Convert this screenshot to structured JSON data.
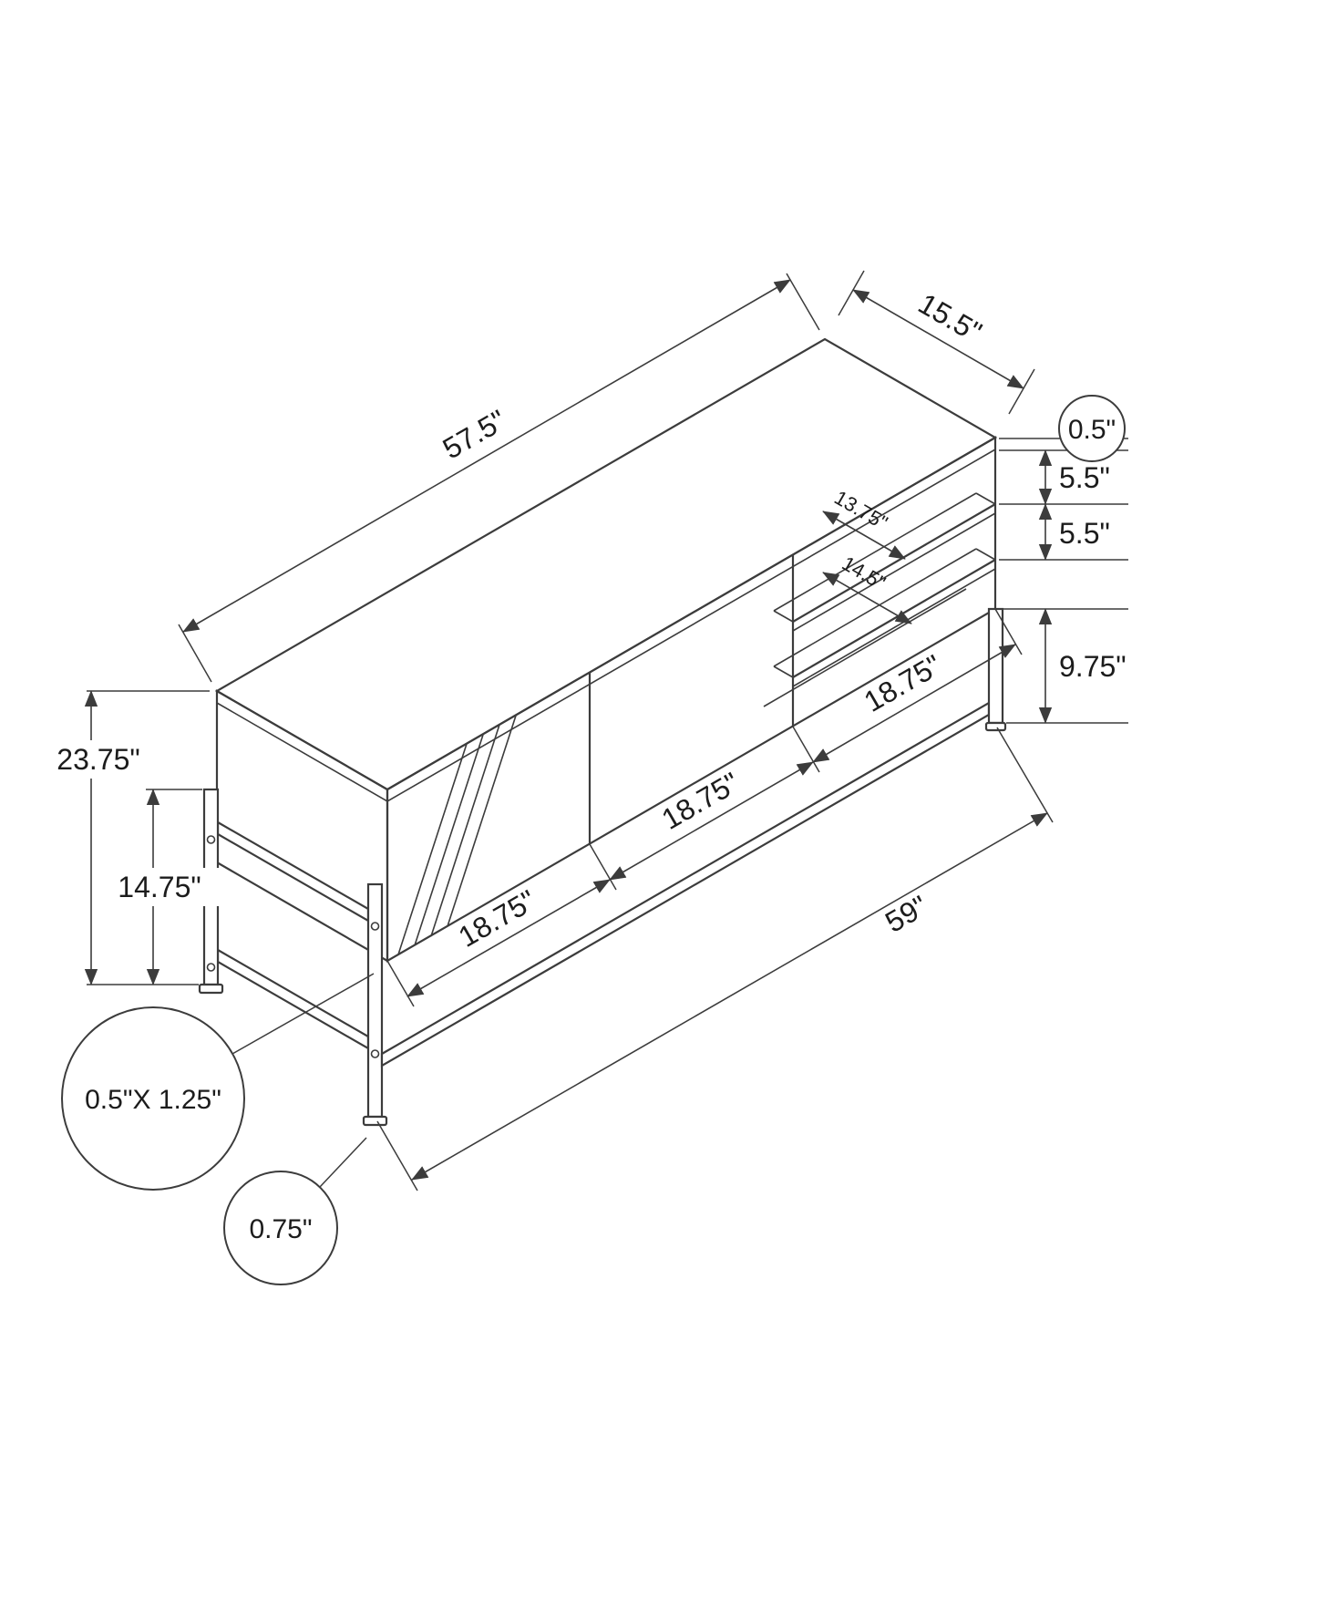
{
  "diagram": {
    "dims": {
      "top_length": "57.5\"",
      "top_depth": "15.5\"",
      "top_thickness": "0.5\"",
      "gap_upper": "5.5\"",
      "gap_lower": "5.5\"",
      "shelf_depth_upper": "13.75\"",
      "shelf_depth_lower": "14.5\"",
      "right_leg_height": "9.75\"",
      "section_left": "18.75\"",
      "section_middle": "18.75\"",
      "section_right": "18.75\"",
      "overall_height": "23.75\"",
      "leg_height": "14.75\"",
      "overall_width": "59\"",
      "frame_tube": "0.5\"X 1.25\"",
      "frame_tube_small": "0.75\""
    }
  }
}
